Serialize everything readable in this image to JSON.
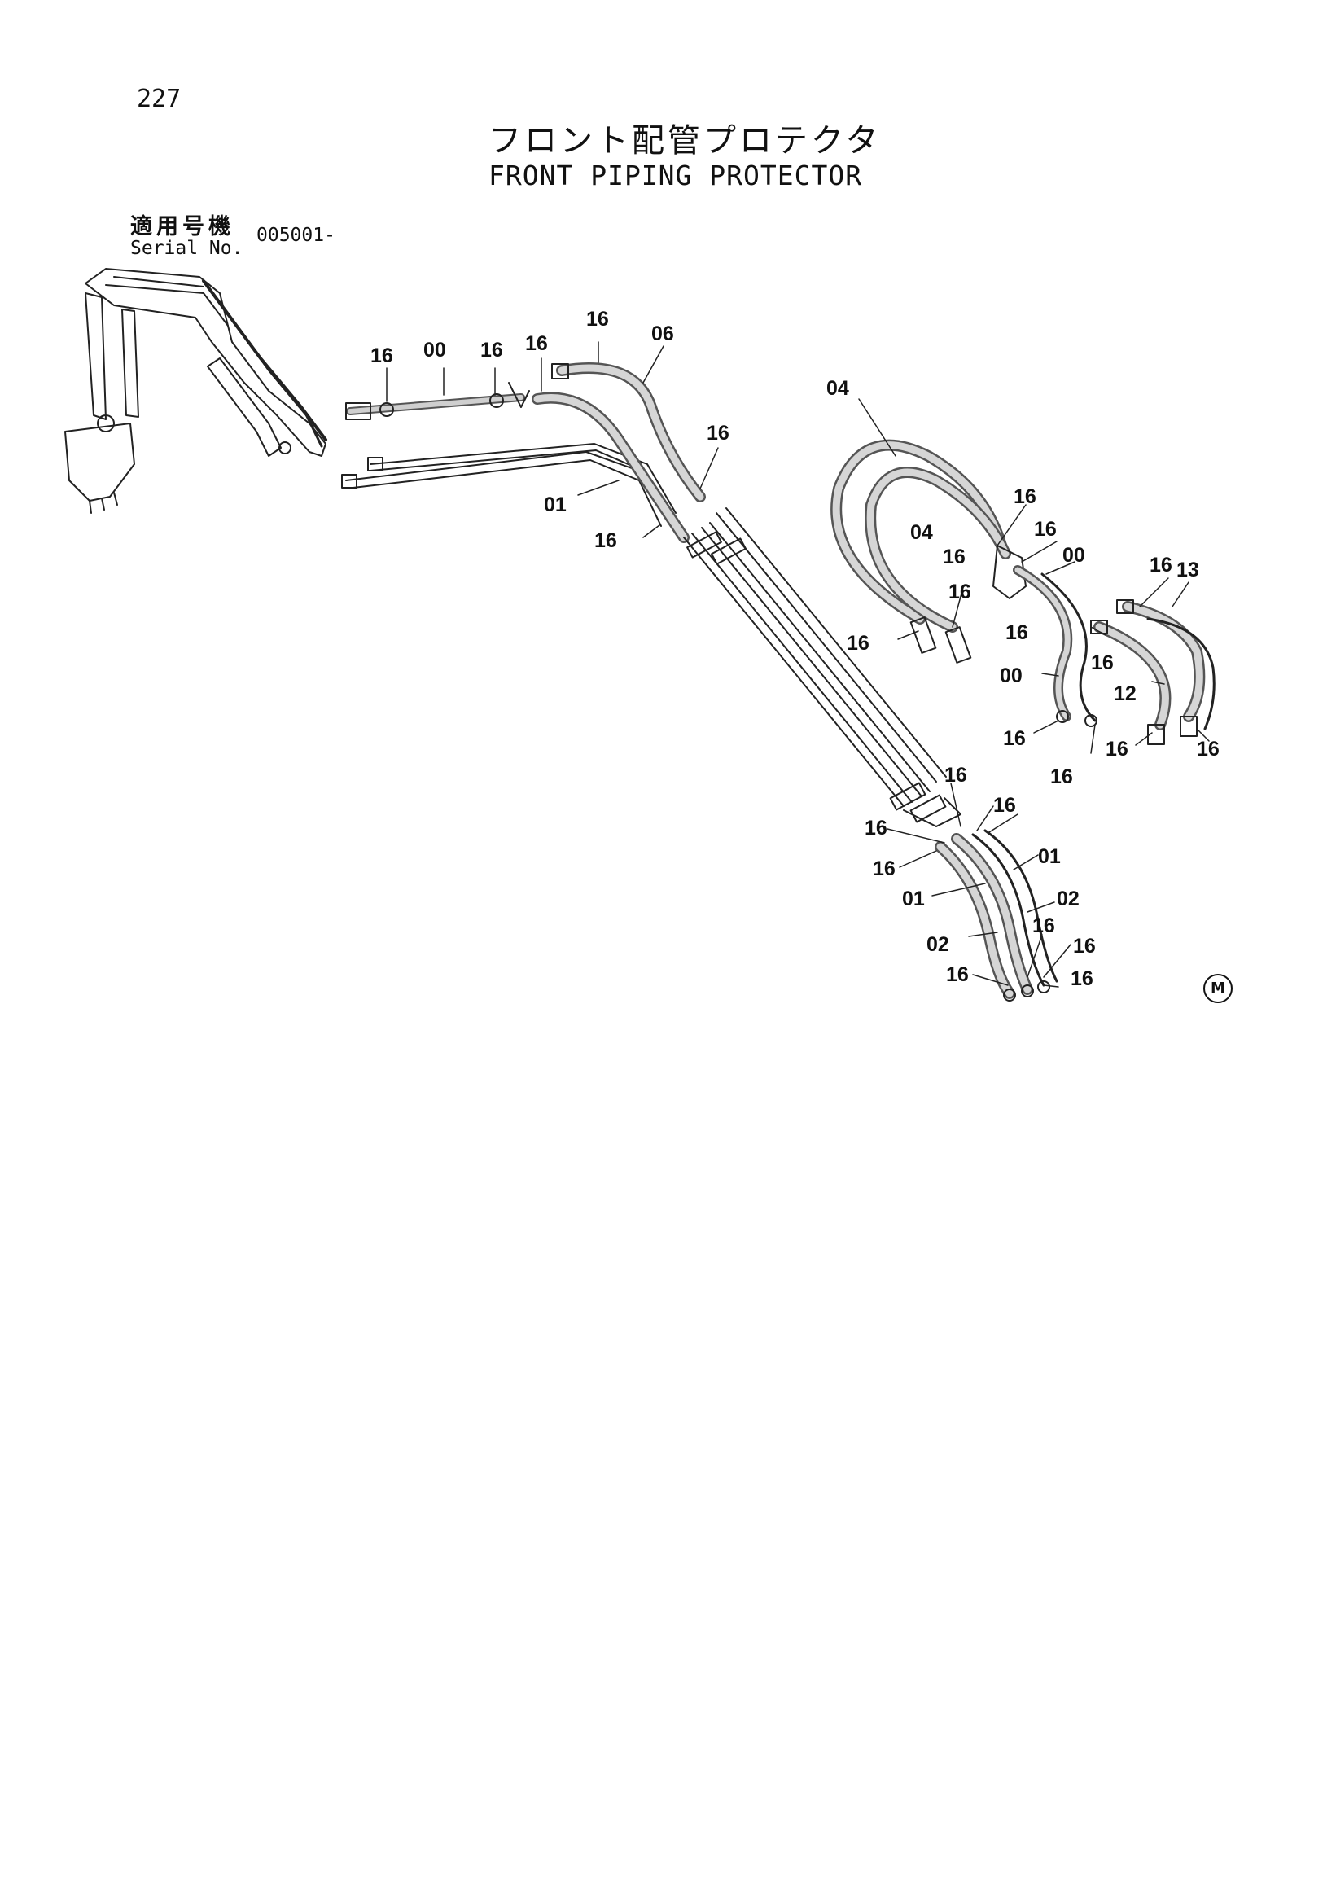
{
  "header": {
    "page_number": "227",
    "title_jp": "フロント配管プロテクタ",
    "title_en": "FRONT PIPING PROTECTOR",
    "serial_label_jp": "適用号機",
    "serial_label_en": "Serial No.",
    "serial_value": "005001-"
  },
  "marker": "M",
  "callouts": [
    "16",
    "00",
    "16",
    "16",
    "16",
    "06",
    "16",
    "01",
    "16",
    "04",
    "16",
    "16",
    "04",
    "16",
    "00",
    "16",
    "16",
    "16",
    "16",
    "13",
    "16",
    "00",
    "12",
    "16",
    "16",
    "16",
    "16",
    "16",
    "16",
    "16",
    "16",
    "01",
    "01",
    "02",
    "02",
    "16",
    "16",
    "16",
    "16"
  ]
}
